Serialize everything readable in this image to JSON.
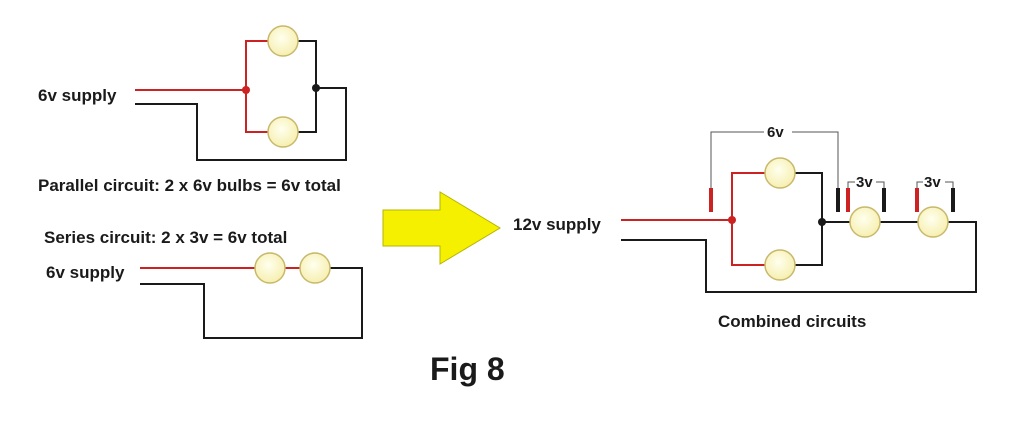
{
  "colors": {
    "positive_wire": "#cc2222",
    "negative_wire": "#1a1a1a",
    "bulb_fill": "#fbf7c8",
    "bulb_stroke": "#c9b86a",
    "arrow_fill": "#f4f000",
    "arrow_stroke": "#b8b400",
    "meter_thin_wire": "#555555"
  },
  "parallel_circuit": {
    "supply_label": "6v supply",
    "caption": "Parallel circuit: 2 x 6v bulbs = 6v total"
  },
  "series_circuit": {
    "caption": "Series circuit: 2 x 3v = 6v total",
    "supply_label": "6v supply"
  },
  "combined_circuit": {
    "supply_label": "12v supply",
    "parallel_meter_label": "6v",
    "series_meter_label_1": "3v",
    "series_meter_label_2": "3v",
    "caption": "Combined circuits"
  },
  "figure_label": "Fig 8",
  "icons": {
    "arrow": "right-arrow-icon",
    "bulb": "light-bulb-icon",
    "meter_probe": "voltmeter-probe-icon"
  }
}
